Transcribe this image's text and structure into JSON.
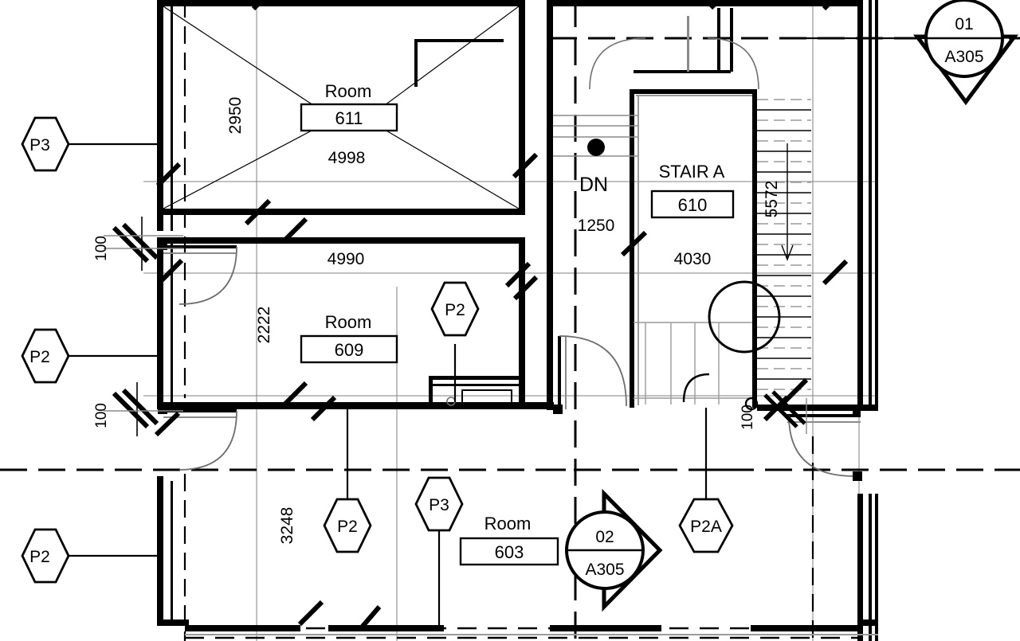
{
  "drawing": {
    "type": "architectural-floor-plan",
    "sheet_reference": "A305"
  },
  "rooms": [
    {
      "id": "r611",
      "label": "Room",
      "number": "611",
      "dimension_v": "2950",
      "dimension_h": "4998"
    },
    {
      "id": "r609",
      "label": "Room",
      "number": "609",
      "dimension_v": "2222",
      "dimension_h": "4990"
    },
    {
      "id": "r610",
      "label": "STAIR A",
      "number": "610",
      "dimension_v": "5572",
      "dimension_h": "4030"
    },
    {
      "id": "r603",
      "label": "Room",
      "number": "603",
      "dimension_v": "3248",
      "dimension_h": ""
    }
  ],
  "dimensions": {
    "d_2950": "2950",
    "d_4998": "4998",
    "d_4990": "4990",
    "d_2222": "2222",
    "d_3248": "3248",
    "d_1250": "1250",
    "d_4030": "4030",
    "d_5572": "5572",
    "d_100_upper": "100",
    "d_100_lower": "100",
    "d_100_right": "100"
  },
  "annotations": {
    "dn_label": "DN",
    "stair_name": "STAIR A"
  },
  "partition_tags": [
    {
      "id": "tag-p3-upper-left",
      "label": "P3",
      "leader": "right"
    },
    {
      "id": "tag-p2-mid-left",
      "label": "P2",
      "leader": "right"
    },
    {
      "id": "tag-p2-lower-left",
      "label": "P2",
      "leader": "right"
    },
    {
      "id": "tag-p2-center",
      "label": "P2",
      "leader": "down"
    },
    {
      "id": "tag-p2-bottom",
      "label": "P2",
      "leader": "up"
    },
    {
      "id": "tag-p3-bottom",
      "label": "P3",
      "leader": "down"
    },
    {
      "id": "tag-p2a-bottom",
      "label": "P2A",
      "leader": "up"
    }
  ],
  "section_markers": [
    {
      "id": "sm-01",
      "number": "01",
      "sheet": "A305",
      "direction": "down"
    },
    {
      "id": "sm-02",
      "number": "02",
      "sheet": "A305",
      "direction": "right"
    }
  ],
  "colors": {
    "line": "#000000",
    "background": "#ffffff",
    "thin_line": "#6e6e6e"
  }
}
